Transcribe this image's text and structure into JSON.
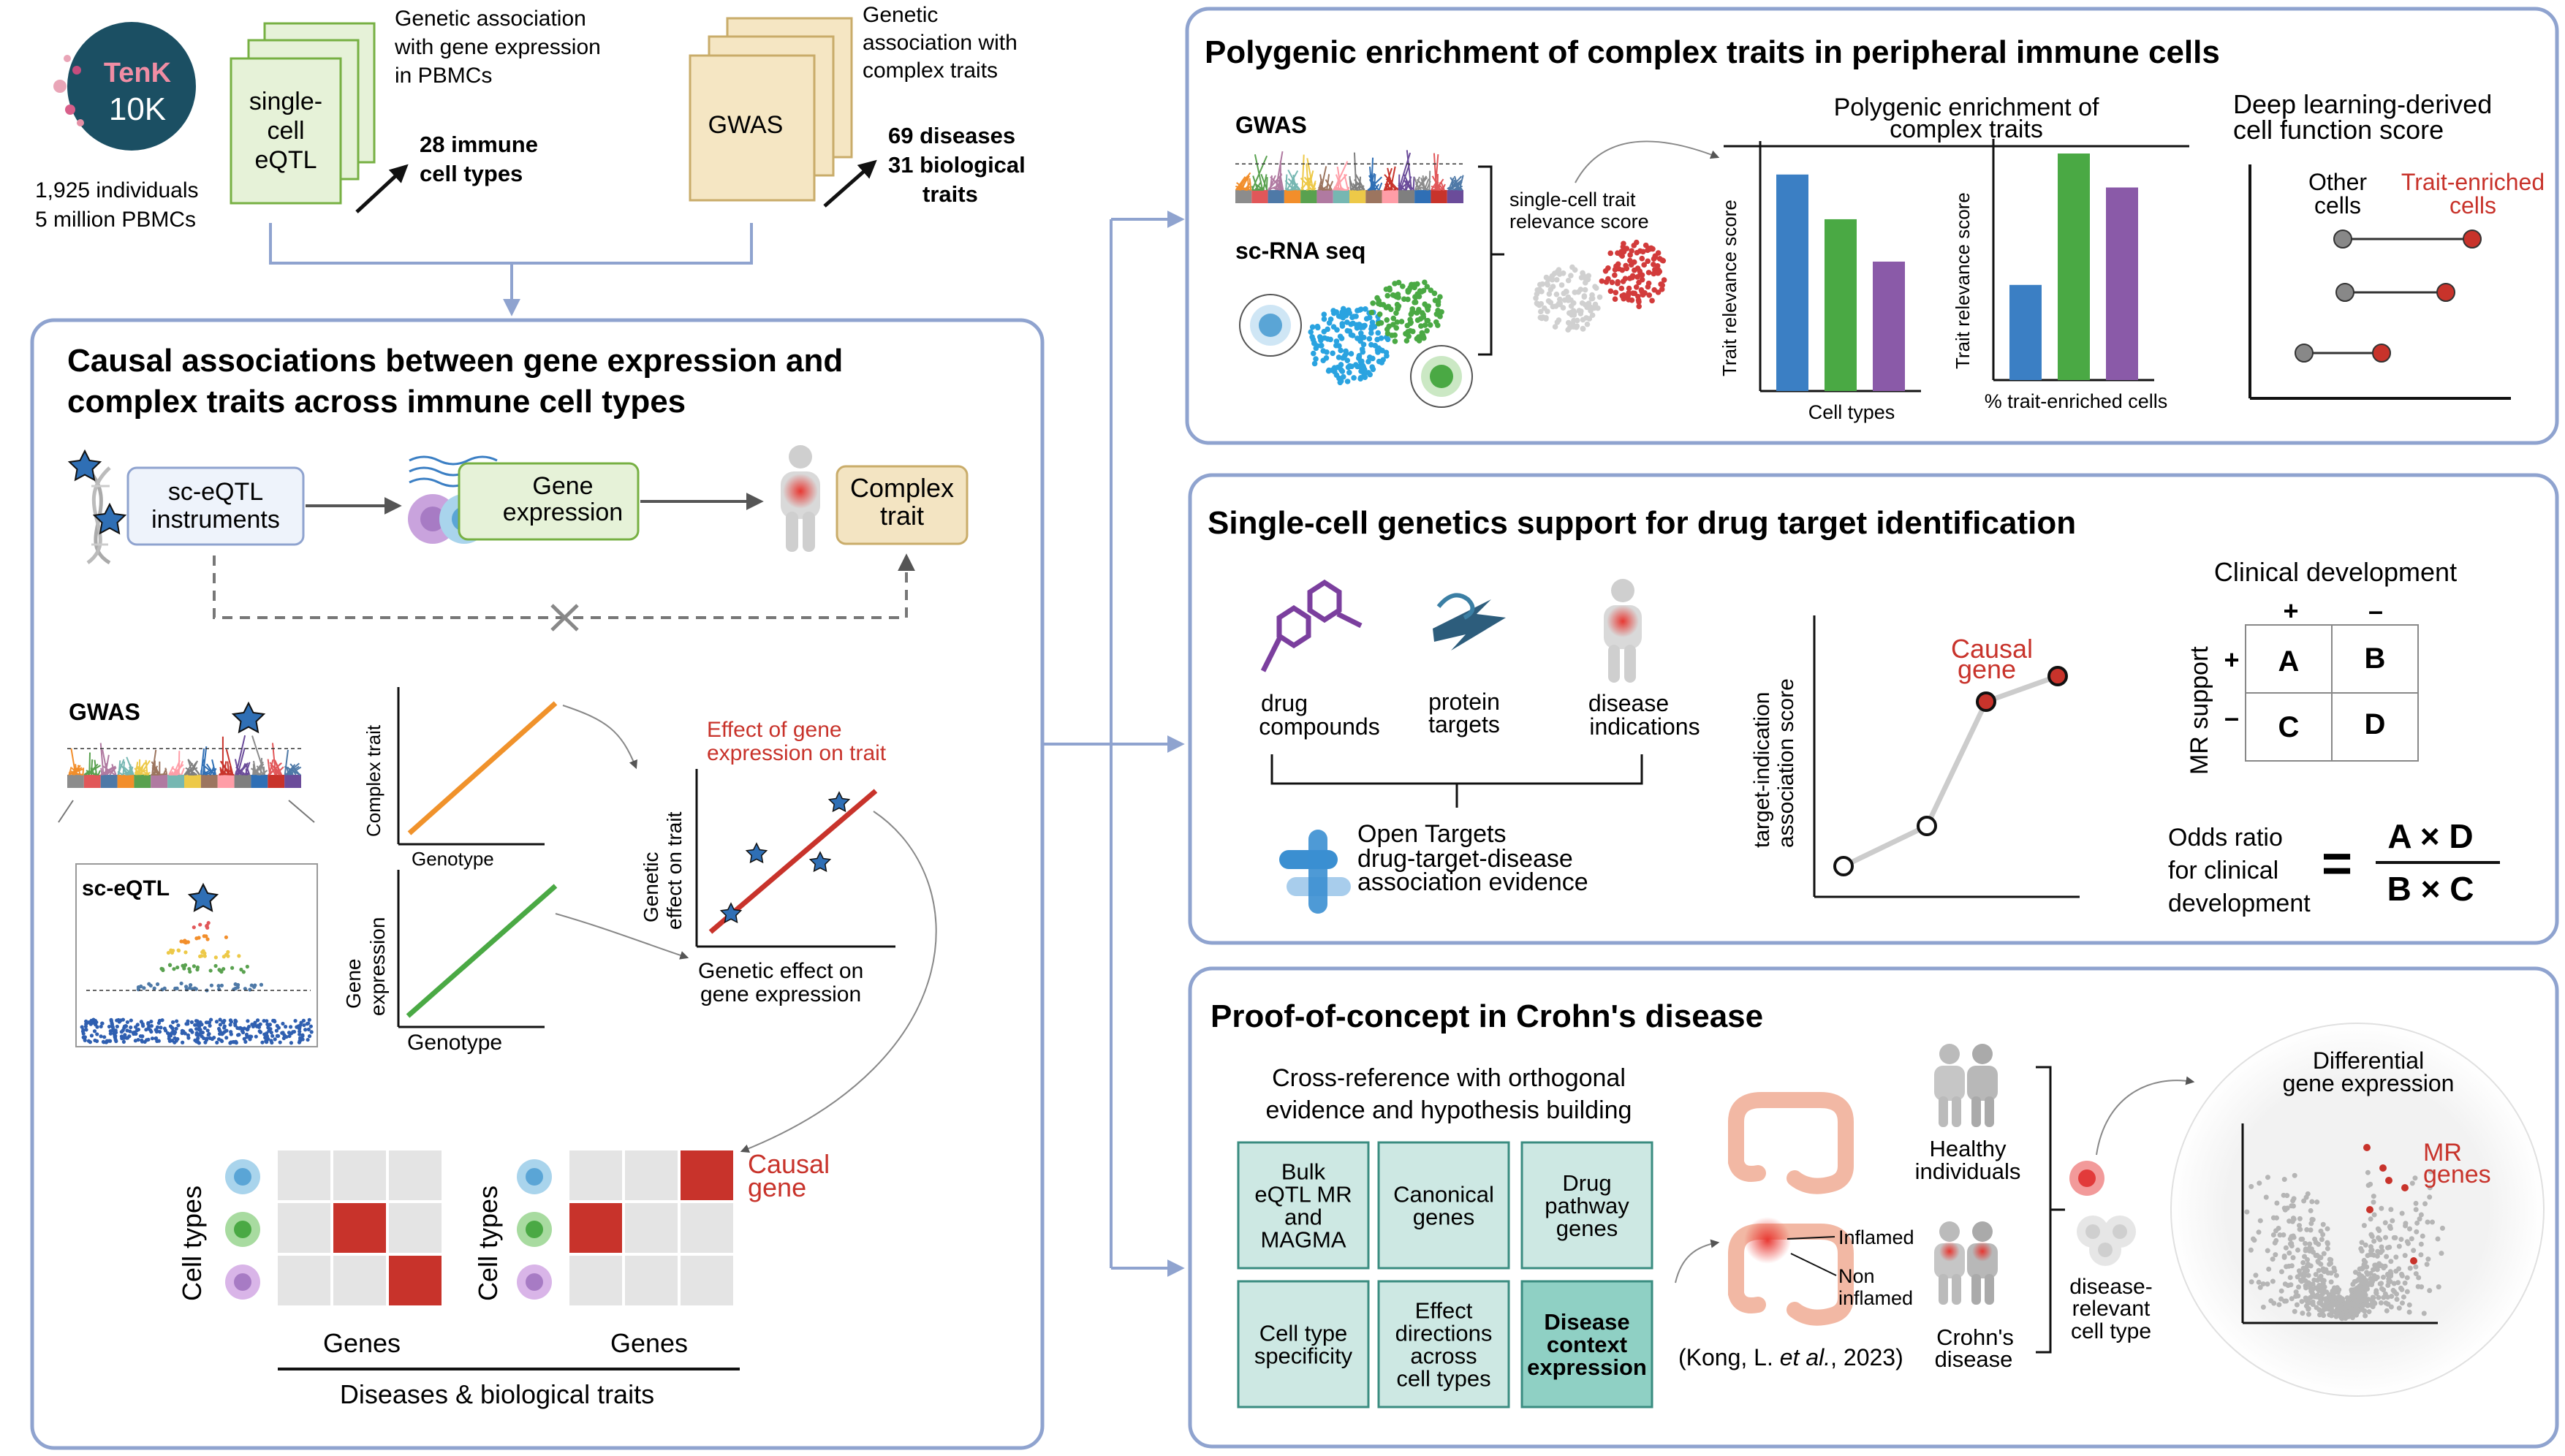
{
  "colors": {
    "panel_border": "#8fa3cf",
    "connector": "#8fa3cf",
    "eqtl_fill": "#e6f2d8",
    "eqtl_border": "#77b043",
    "gwas_fill": "#f5e6c3",
    "gwas_border": "#c9ac6a",
    "trait_fill": "#f3e4c2",
    "red": "#c8332b",
    "teal_fill": "#cde8e3",
    "teal_border": "#3a8c80",
    "bar_blue": "#3b7fc4",
    "bar_green": "#4aa944",
    "bar_purple": "#8a5aa8",
    "star": "#2f6fb5",
    "orange_line": "#f0922b"
  },
  "header": {
    "tenk_logo": [
      "TenK",
      "10K"
    ],
    "cohort": [
      "1,925 individuals",
      "5 million PBMCs"
    ],
    "eqtl_card": [
      "single-",
      "cell",
      "eQTL"
    ],
    "eqtl_desc": [
      "Genetic association",
      "with gene expression",
      "in PBMCs"
    ],
    "eqtl_result": [
      "28 immune",
      "cell types"
    ],
    "gwas_card": "GWAS",
    "gwas_desc": [
      "Genetic",
      "association with",
      "complex traits"
    ],
    "gwas_result": [
      "69 diseases",
      "31 biological",
      "traits"
    ]
  },
  "causal_panel": {
    "title": [
      "Causal associations between gene expression and",
      "complex traits across immune cell types"
    ],
    "instruments": [
      "sc-eQTL",
      "instruments"
    ],
    "gene_expression": [
      "Gene",
      "expression"
    ],
    "complex_trait": [
      "Complex",
      "trait"
    ],
    "gwas_label": "GWAS",
    "sceqtl_label": "sc-eQTL",
    "plot1_ylabel": "Complex trait",
    "plot1_xlabel": "Genotype",
    "plot2_ylabel": [
      "Gene",
      "expression"
    ],
    "plot2_xlabel": "Genotype",
    "effect_title": [
      "Effect of gene",
      "expression on trait"
    ],
    "effect_ylabel": [
      "Genetic",
      "effect on trait"
    ],
    "effect_xlabel": [
      "Genetic effect on",
      "gene expression"
    ],
    "grid_ylabel": "Cell types",
    "grid_xlabel": "Genes",
    "causal_gene": [
      "Causal",
      "gene"
    ],
    "footer": "Diseases & biological traits"
  },
  "poly_panel": {
    "title": "Polygenic enrichment of complex traits in peripheral immune cells",
    "gwas_label": "GWAS",
    "scrna_label": "sc-RNA seq",
    "relevance_label": [
      "single-cell trait",
      "relevance score"
    ],
    "enrich_title": [
      "Polygenic enrichment of",
      "complex traits"
    ],
    "bar1_ylabel": "Trait relevance score",
    "bar1_xlabel": "Cell types",
    "bar1_values": [
      0.92,
      0.73,
      0.55
    ],
    "bar2_ylabel": "Trait relevance score",
    "bar2_xlabel": "% trait-enriched cells",
    "bar2_values": [
      0.42,
      1.0,
      0.85
    ],
    "dl_title": [
      "Deep learning-derived",
      "cell function score"
    ],
    "other_cells": [
      "Other",
      "cells"
    ],
    "trait_cells": [
      "Trait-enriched",
      "cells"
    ]
  },
  "drug_panel": {
    "title": "Single-cell genetics support for drug target identification",
    "drug_compounds": [
      "drug",
      "compounds"
    ],
    "protein_targets": [
      "protein",
      "targets"
    ],
    "disease_indications": [
      "disease",
      "indications"
    ],
    "open_targets": [
      "Open Targets",
      "drug-target-disease",
      "association evidence"
    ],
    "scatter_ylabel": [
      "target-indication",
      "association score"
    ],
    "causal_gene": [
      "Causal",
      "gene"
    ],
    "clinical_title": "Clinical development",
    "col_plus": "+",
    "col_minus": "–",
    "row_plus": "+",
    "row_minus": "–",
    "mr_support": "MR support",
    "cells": [
      "A",
      "B",
      "C",
      "D"
    ],
    "odds_label": [
      "Odds ratio",
      "for clinical",
      "development"
    ],
    "equals": "=",
    "numerator": "A × D",
    "denominator": "B × C"
  },
  "crohn_panel": {
    "title": "Proof-of-concept in Crohn's disease",
    "xref_title": [
      "Cross-reference with orthogonal",
      "evidence and hypothesis building"
    ],
    "boxes": [
      [
        "Bulk",
        "eQTL MR",
        "and",
        "MAGMA"
      ],
      [
        "Canonical",
        "genes"
      ],
      [
        "Drug",
        "pathway",
        "genes"
      ],
      [
        "Cell type",
        "specificity"
      ],
      [
        "Effect",
        "directions",
        "across",
        "cell types"
      ],
      [
        "Disease",
        "context",
        "expression"
      ]
    ],
    "inflamed": "Inflamed",
    "non_inflamed": [
      "Non",
      "inflamed"
    ],
    "citation_a": "(Kong, L. ",
    "citation_b": "et al.",
    "citation_c": ", 2023)",
    "healthy": [
      "Healthy",
      "individuals"
    ],
    "crohns": [
      "Crohn's",
      "disease"
    ],
    "disease_cell": [
      "disease-",
      "relevant",
      "cell type"
    ],
    "diff_title": [
      "Differential",
      "gene expression"
    ],
    "mr_genes": [
      "MR",
      "genes"
    ]
  }
}
